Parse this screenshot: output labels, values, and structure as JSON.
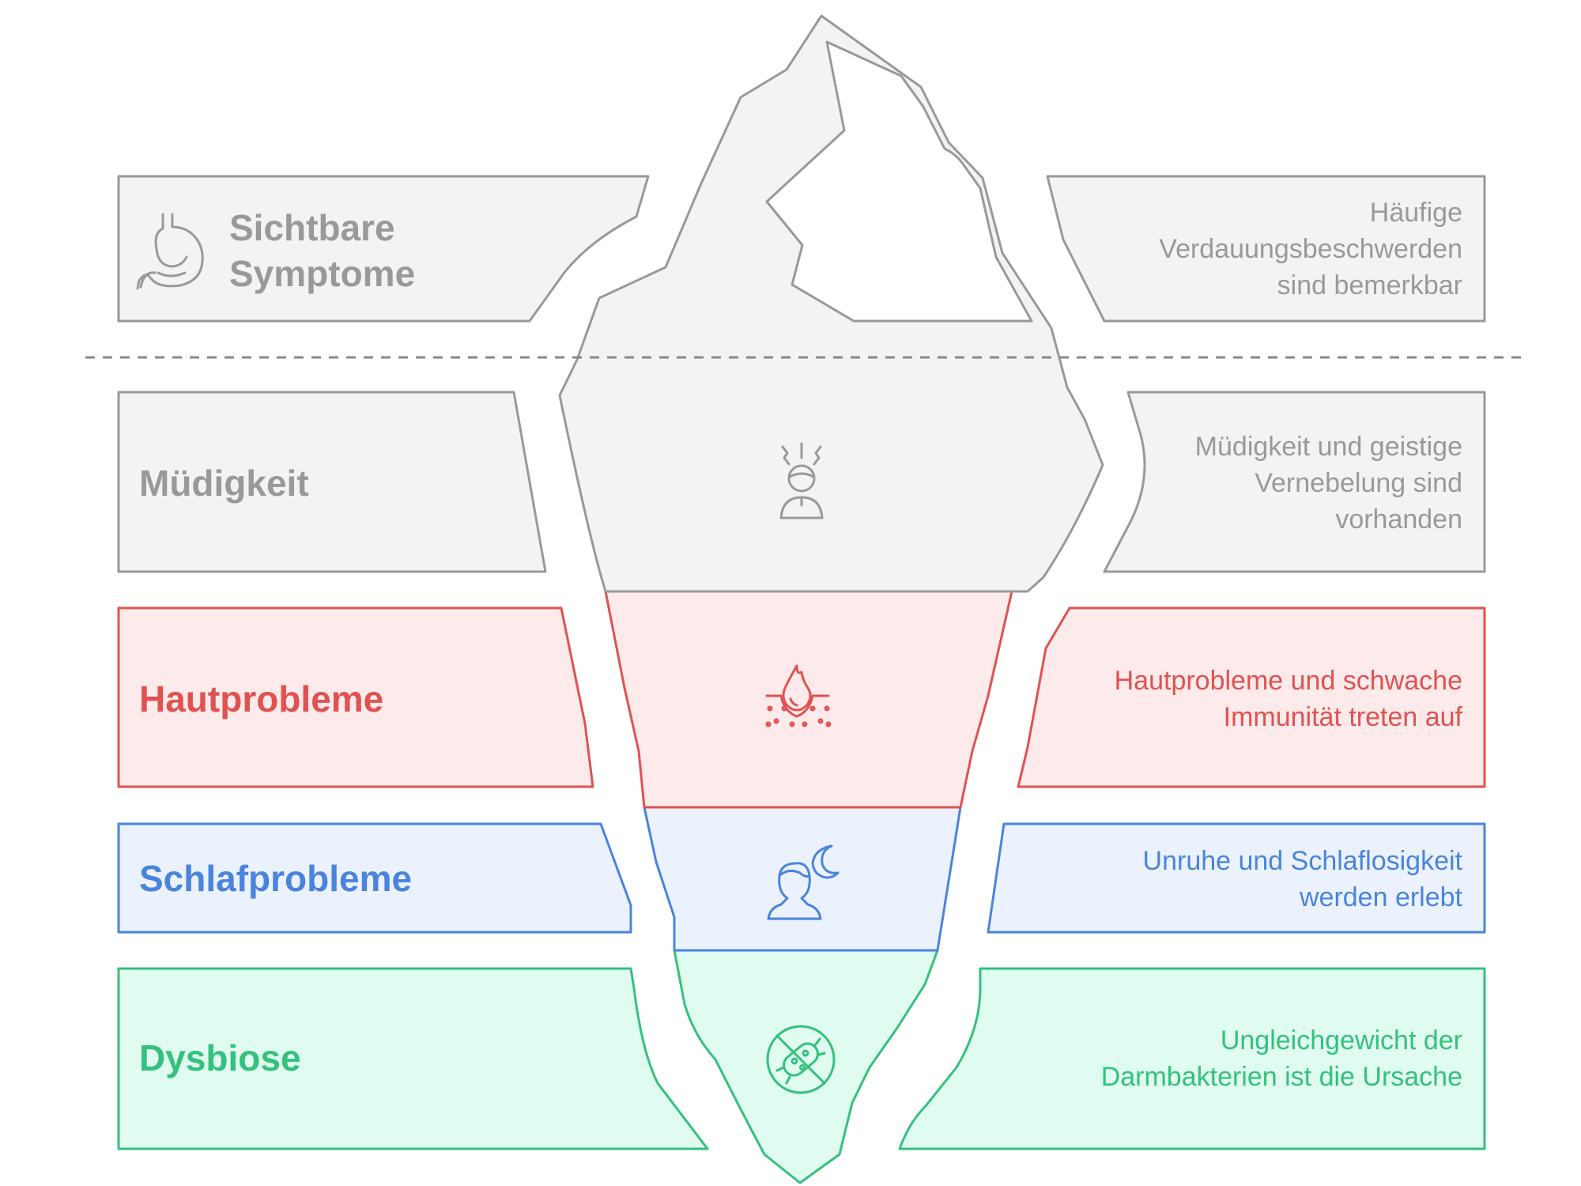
{
  "diagram": {
    "colors": {
      "gray": "#999999",
      "gray_fill": "#f3f3f3",
      "red": "#e05252",
      "red_fill": "#fdeaea",
      "blue": "#4a84dd",
      "blue_fill": "#ebf2fd",
      "green": "#34c17e",
      "green_fill": "#e0fbef",
      "waterline": "#888888"
    },
    "layers": [
      {
        "id": "visible",
        "title_lines": [
          "Sichtbare",
          "Symptome"
        ],
        "description_lines": [
          "Häufige",
          "Verdauungsbeschwerden",
          "sind bemerkbar"
        ],
        "color": "gray",
        "icon": "stomach-icon"
      },
      {
        "id": "fatigue",
        "title_lines": [
          "Müdigkeit"
        ],
        "description_lines": [
          "Müdigkeit und geistige",
          "Vernebelung sind",
          "vorhanden"
        ],
        "color": "gray",
        "icon": "stressed-person-icon"
      },
      {
        "id": "skin",
        "title_lines": [
          "Hautprobleme"
        ],
        "description_lines": [
          "Hautprobleme und schwache",
          "Immunität treten auf"
        ],
        "color": "red",
        "icon": "skin-drop-icon"
      },
      {
        "id": "sleep",
        "title_lines": [
          "Schlafprobleme"
        ],
        "description_lines": [
          "Unruhe und Schlaflosigkeit",
          "werden erlebt"
        ],
        "color": "blue",
        "icon": "sleep-person-moon-icon"
      },
      {
        "id": "dysbiosis",
        "title_lines": [
          "Dysbiose"
        ],
        "description_lines": [
          "Ungleichgewicht der",
          "Darmbakterien ist die Ursache"
        ],
        "color": "green",
        "icon": "bacteria-no-icon"
      }
    ]
  }
}
